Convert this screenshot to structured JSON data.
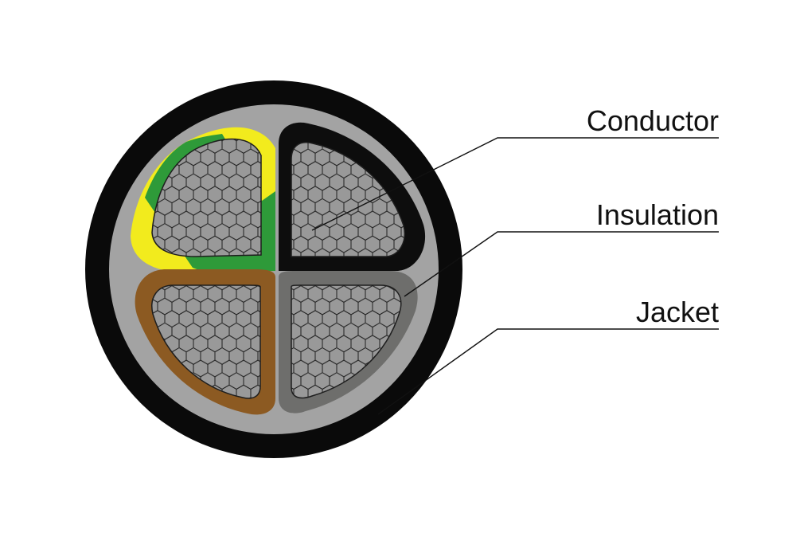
{
  "diagram": {
    "labels": {
      "conductor": "Conductor",
      "insulation": "Insulation",
      "jacket": "Jacket"
    },
    "colors": {
      "background": "#ffffff",
      "outer_sheath": "#0a0a0a",
      "filler": "#a3a3a3",
      "conductor_fill": "#999999",
      "conductor_strand_lines": "#1e1e1e",
      "core_green": "#2e9a39",
      "core_yellow": "#f2eb1d",
      "core_black": "#0d0d0d",
      "core_brown": "#8c5a22",
      "core_grey": "#6e6e6c",
      "leader_lines": "#111111"
    },
    "cores": [
      {
        "name": "core-green-yellow",
        "insulation": "green-yellow"
      },
      {
        "name": "core-black",
        "insulation": "black"
      },
      {
        "name": "core-brown",
        "insulation": "brown"
      },
      {
        "name": "core-grey",
        "insulation": "grey"
      }
    ]
  }
}
